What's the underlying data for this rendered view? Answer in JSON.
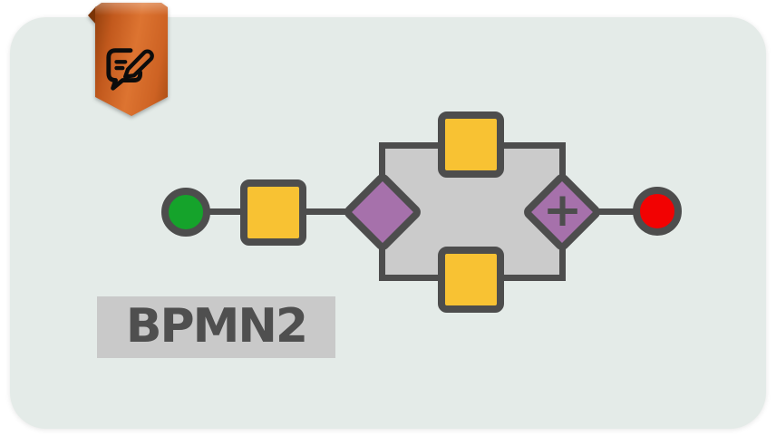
{
  "card": {
    "background": "#e4ebe8",
    "kind": "technology-banner"
  },
  "ribbon": {
    "icon": "edit-message-icon",
    "color": "#c75e21",
    "fold_color": "#7a3407"
  },
  "label_badge": {
    "text": "BPMN2",
    "background": "#c9c9c9",
    "text_color": "#4f4f4f"
  },
  "diagram": {
    "type": "bpmn-process-flow",
    "stroke_color": "#4d4d4d",
    "branch_fill": "#cbcbcb",
    "nodes": [
      {
        "id": "start-event",
        "shape": "circle",
        "color": "#15a32b"
      },
      {
        "id": "task-1",
        "shape": "rounded-square",
        "color": "#f8c233"
      },
      {
        "id": "split-gateway",
        "shape": "diamond",
        "color": "#a671ab",
        "symbol": ""
      },
      {
        "id": "task-branch-top",
        "shape": "rounded-square",
        "color": "#f8c233"
      },
      {
        "id": "task-branch-bottom",
        "shape": "rounded-square",
        "color": "#f8c233"
      },
      {
        "id": "join-gateway",
        "shape": "diamond",
        "color": "#a671ab",
        "symbol": "+"
      },
      {
        "id": "end-event",
        "shape": "circle",
        "color": "#f20202"
      }
    ],
    "flow": "start-event -> task-1 -> split-gateway -> (task-branch-top | task-branch-bottom) -> join-gateway(+) -> end-event"
  }
}
